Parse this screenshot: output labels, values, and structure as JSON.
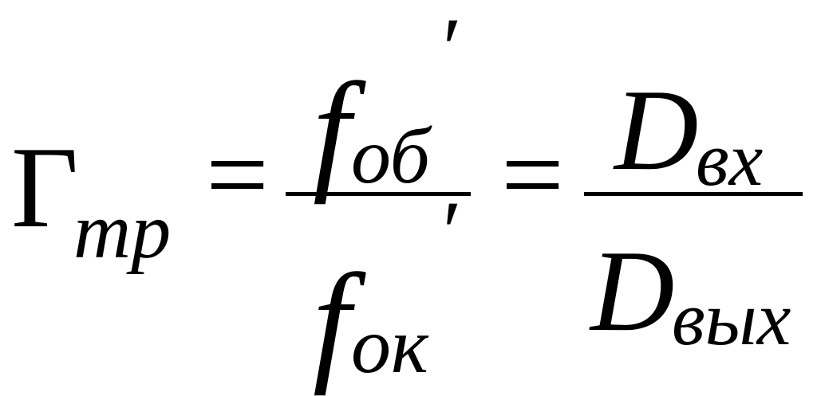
{
  "formula": {
    "lhs_symbol": "Γ",
    "lhs_subscript": "тр",
    "equals_1": "=",
    "frac1": {
      "num_symbol": "f",
      "num_subscript": "об",
      "num_prime": "′",
      "den_symbol": "f",
      "den_subscript": "ок",
      "den_prime": "′"
    },
    "equals_2": "=",
    "frac2": {
      "num_symbol": "D",
      "num_subscript": "вх",
      "den_symbol": "D",
      "den_subscript": "вых"
    }
  }
}
